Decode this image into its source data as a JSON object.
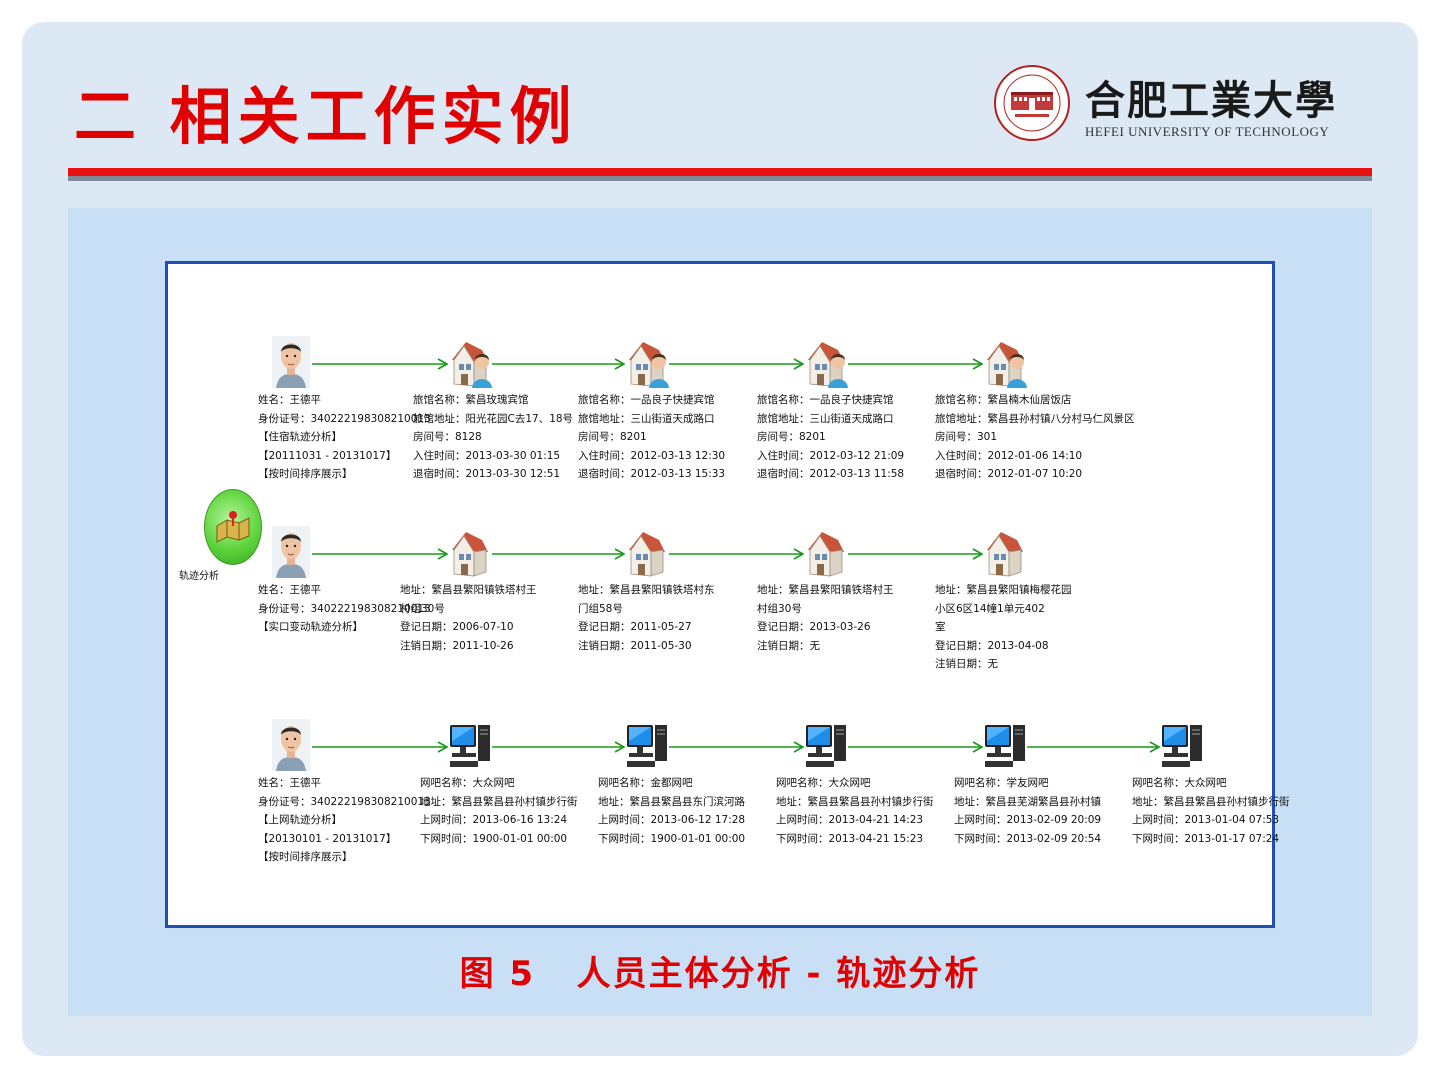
{
  "title": "二 相关工作实例",
  "logo": {
    "name_cn": "合肥工業大學",
    "name_en": "HEFEI UNIVERSITY OF TECHNOLOGY"
  },
  "caption": "图 5   人员主体分析 - 轨迹分析",
  "badge_label": "轨迹分析",
  "rows": [
    {
      "person_info": [
        "姓名：王德平",
        "身份证号：340222198308210013",
        "【住宿轨迹分析】",
        "【20111031 - 20131017】",
        "【按时间排序展示】"
      ],
      "icon": "house-person-icon",
      "nodes": [
        [
          "旅馆名称：繁昌玫瑰宾馆",
          "旅馆地址：阳光花园C去17、18号",
          "房间号：8128",
          "入住时间：2013-03-30 01:15",
          "退宿时间：2013-03-30 12:51"
        ],
        [
          "旅馆名称：一品良子快捷宾馆",
          "旅馆地址：三山街道天成路口",
          "房间号：8201",
          "入住时间：2012-03-13 12:30",
          "退宿时间：2012-03-13 15:33"
        ],
        [
          "旅馆名称：一品良子快捷宾馆",
          "旅馆地址：三山街道天成路口",
          "房间号：8201",
          "入住时间：2012-03-12 21:09",
          "退宿时间：2012-03-13 11:58"
        ],
        [
          "旅馆名称：繁昌楠木仙居饭店",
          "旅馆地址：繁昌县孙村镇八分村马仁风景区",
          "房间号：301",
          "入住时间：2012-01-06 14:10",
          "退宿时间：2012-01-07 10:20"
        ]
      ]
    },
    {
      "person_info": [
        "姓名：王德平",
        "身份证号：340222198308210013",
        "【实口变动轨迹分析】"
      ],
      "icon": "house-icon",
      "nodes": [
        [
          "地址：繁昌县繁阳镇铁塔村王",
          "村组30号",
          "登记日期：2006-07-10",
          "注销日期：2011-10-26"
        ],
        [
          "地址：繁昌县繁阳镇铁塔村东",
          "门组58号",
          "登记日期：2011-05-27",
          "注销日期：2011-05-30"
        ],
        [
          "地址：繁昌县繁阳镇铁塔村王",
          "村组30号",
          "登记日期：2013-03-26",
          "注销日期：无"
        ],
        [
          "地址：繁昌县繁阳镇梅樱花园",
          "小区6区14幢1单元402",
          "室",
          "登记日期：2013-04-08",
          "注销日期：无"
        ]
      ]
    },
    {
      "person_info": [
        "姓名：王德平",
        "身份证号：340222198308210013",
        "【上网轨迹分析】",
        "【20130101 - 20131017】",
        "【按时间排序展示】"
      ],
      "icon": "computer-icon",
      "nodes": [
        [
          "网吧名称：大众网吧",
          "地址：繁昌县繁昌县孙村镇步行街",
          "上网时间：2013-06-16 13:24",
          "下网时间：1900-01-01 00:00"
        ],
        [
          "网吧名称：金都网吧",
          "地址：繁昌县繁昌县东门滨河路",
          "上网时间：2013-06-12 17:28",
          "下网时间：1900-01-01 00:00"
        ],
        [
          "网吧名称：大众网吧",
          "地址：繁昌县繁昌县孙村镇步行街",
          "上网时间：2013-04-21 14:23",
          "下网时间：2013-04-21 15:23"
        ],
        [
          "网吧名称：学友网吧",
          "地址：繁昌县芜湖繁昌县孙村镇",
          "上网时间：2013-02-09 20:09",
          "下网时间：2013-02-09 20:54"
        ],
        [
          "网吧名称：大众网吧",
          "地址：繁昌县繁昌县孙村镇步行街",
          "上网时间：2013-01-04 07:53",
          "下网时间：2013-01-17 07:24"
        ]
      ]
    }
  ]
}
